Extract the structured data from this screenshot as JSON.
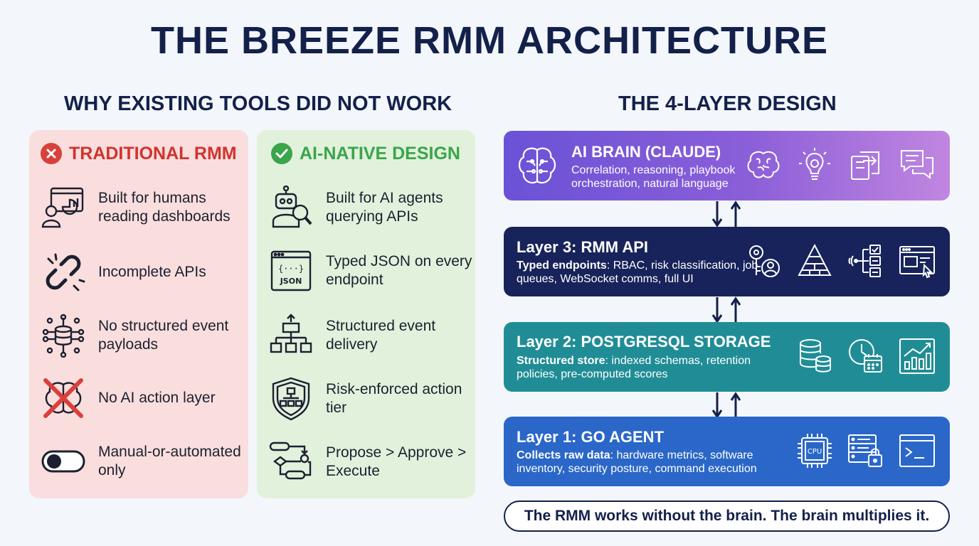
{
  "title": "THE BREEZE RMM ARCHITECTURE",
  "left_section": {
    "heading": "WHY EXISTING TOOLS DID NOT WORK",
    "traditional": {
      "label": "TRADITIONAL RMM",
      "items": [
        {
          "icon": "dashboard-user-icon",
          "text": "Built for humans reading dashboards"
        },
        {
          "icon": "broken-link-icon",
          "text": "Incomplete APIs"
        },
        {
          "icon": "database-network-icon",
          "text": "No structured event payloads"
        },
        {
          "icon": "crossed-brain-icon",
          "text": "No AI action layer"
        },
        {
          "icon": "toggle-switch-icon",
          "text": "Manual-or-automated only"
        }
      ]
    },
    "ai_native": {
      "label": "AI-NATIVE DESIGN",
      "items": [
        {
          "icon": "robot-icon",
          "text": "Built for AI agents querying APIs"
        },
        {
          "icon": "json-window-icon",
          "text": "Typed JSON on every endpoint"
        },
        {
          "icon": "event-tree-icon",
          "text": "Structured event delivery"
        },
        {
          "icon": "shield-network-icon",
          "text": "Risk-enforced action tier"
        },
        {
          "icon": "flowchart-icon",
          "text": "Propose > Approve > Execute"
        }
      ]
    }
  },
  "right_section": {
    "heading": "THE 4-LAYER DESIGN",
    "layers": [
      {
        "title": "AI BRAIN (CLAUDE)",
        "desc_bold": "",
        "desc": "Correlation, reasoning, playbook orchestration, natural language",
        "color": "#7d5ad8",
        "icons": [
          "brain-icon",
          "lightbulb-icon",
          "playbook-icon",
          "chat-icon"
        ]
      },
      {
        "title": "Layer 3: RMM API",
        "desc_bold": "Typed endpoints",
        "desc": ": RBAC, risk classification, job queues, WebSocket comms, full UI",
        "color": "#17235a",
        "icons": [
          "key-user-icon",
          "pyramid-icon",
          "api-signal-icon",
          "browser-cursor-icon"
        ]
      },
      {
        "title": "Layer 2: POSTGRESQL STORAGE",
        "desc_bold": "Structured store",
        "desc": ": indexed schemas, retention policies, pre-computed scores",
        "color": "#208d96",
        "icons": [
          "database-icon",
          "clock-calendar-icon",
          "bar-chart-icon"
        ]
      },
      {
        "title": "Layer 1: GO AGENT",
        "desc_bold": "Collects raw data",
        "desc": ": hardware metrics, software inventory, security posture, command execution",
        "color": "#2a67c8",
        "icons": [
          "cpu-icon",
          "server-lock-icon",
          "terminal-icon"
        ]
      }
    ],
    "tagline": "The RMM works without the brain. The brain multiplies it."
  },
  "colors": {
    "navy": "#13204a",
    "red": "#d0332e",
    "green": "#3aa54a"
  }
}
